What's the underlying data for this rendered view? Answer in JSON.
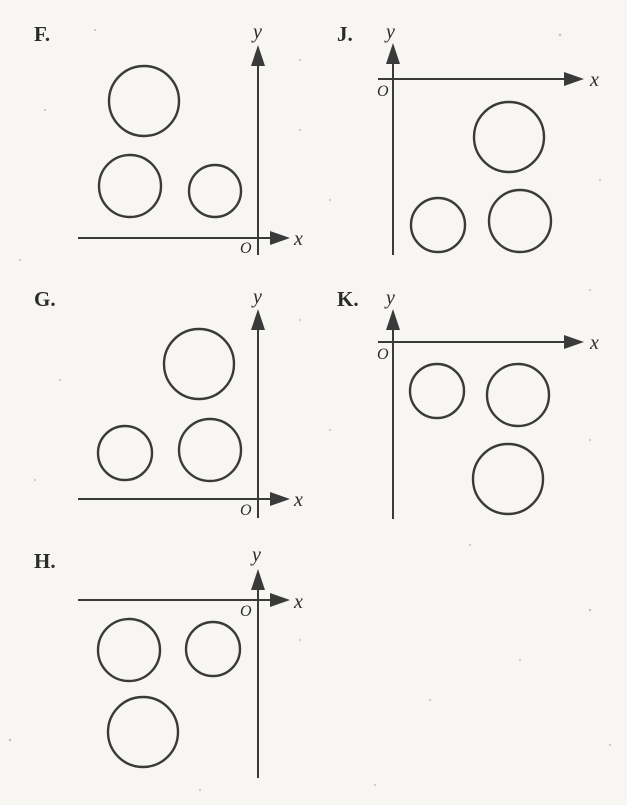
{
  "panels": [
    {
      "label": "F.",
      "x_label": "x",
      "y_label": "y",
      "origin_label": "O"
    },
    {
      "label": "G.",
      "x_label": "x",
      "y_label": "y",
      "origin_label": "O"
    },
    {
      "label": "H.",
      "x_label": "x",
      "y_label": "y",
      "origin_label": "O"
    },
    {
      "label": "J.",
      "x_label": "x",
      "y_label": "y",
      "origin_label": "O"
    },
    {
      "label": "K.",
      "x_label": "x",
      "y_label": "y",
      "origin_label": "O"
    }
  ]
}
